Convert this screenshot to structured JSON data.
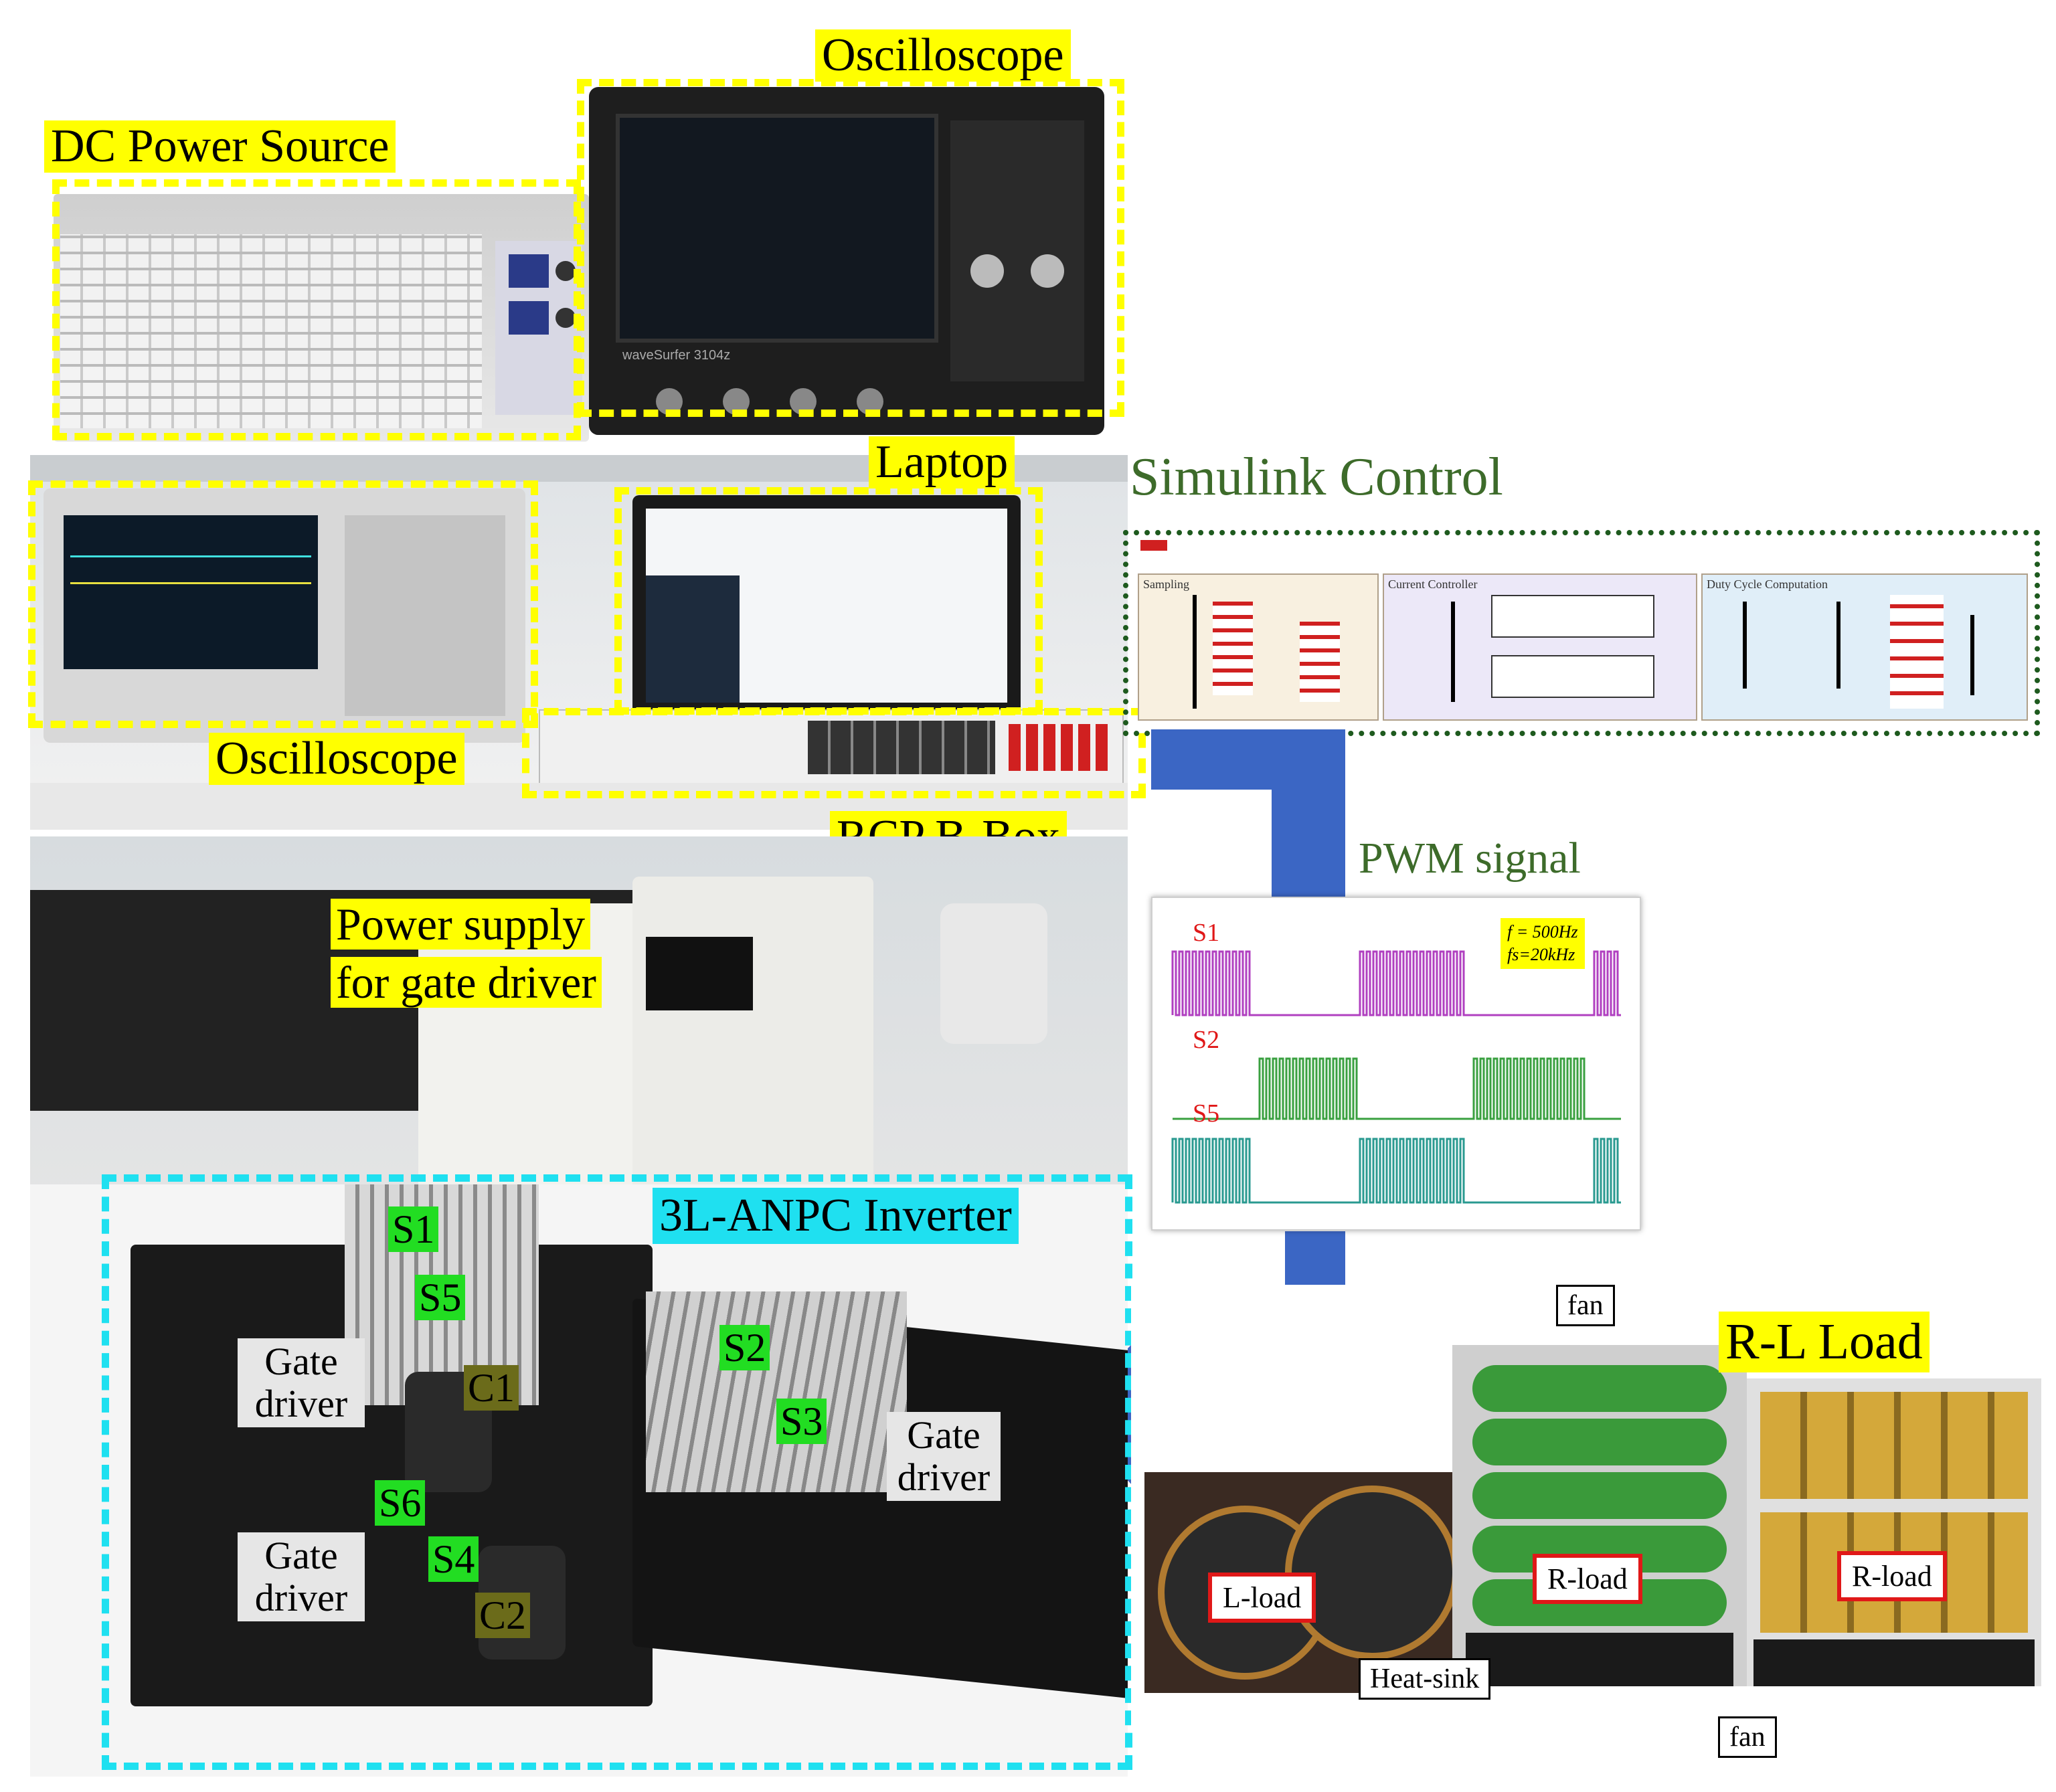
{
  "labels": {
    "dc_power_source": "DC Power Source",
    "oscilloscope_top": "Oscilloscope",
    "laptop": "Laptop",
    "oscilloscope_mid": "Oscilloscope",
    "rcp_bbox": "RCP B-Box",
    "simulink_control": "Simulink Control",
    "pwm_signal": "PWM signal",
    "power_supply": "Power supply for gate driver",
    "inverter": "3L-ANPC Inverter",
    "rl_load": "R-L Load",
    "gate_driver_1": "Gate driver",
    "gate_driver_2": "Gate driver",
    "gate_driver_3": "Gate driver",
    "s1": "S1",
    "s5": "S5",
    "s2": "S2",
    "s3": "S3",
    "s6": "S6",
    "s4": "S4",
    "c1": "C1",
    "c2": "C2",
    "fan_top": "fan",
    "fan_bottom": "fan",
    "heat_sink": "Heat-sink",
    "l_load": "L-load",
    "r_load_1": "R-load",
    "r_load_2": "R-load"
  },
  "simulink": {
    "sampling": "Sampling",
    "current_controller": "Current Controller",
    "duty_cycle": "Duty Cycle Computation"
  },
  "pwm": {
    "s1": "S1",
    "s2": "S2",
    "s5": "S5",
    "f_line": "f = 500Hz",
    "fs_line": "fs=20kHz"
  },
  "screen_text": {
    "scope_brand": "waveSurfer 3104z"
  },
  "colors": {
    "highlight_yellow": "#ffff00",
    "inverter_cyan": "#1fe0f0",
    "simulink_green": "#3d6b2a",
    "arrow_blue": "#3b66c4",
    "pwm_s1": "#b040c0",
    "pwm_s2": "#3aa040",
    "pwm_s5": "#2a9a90"
  }
}
